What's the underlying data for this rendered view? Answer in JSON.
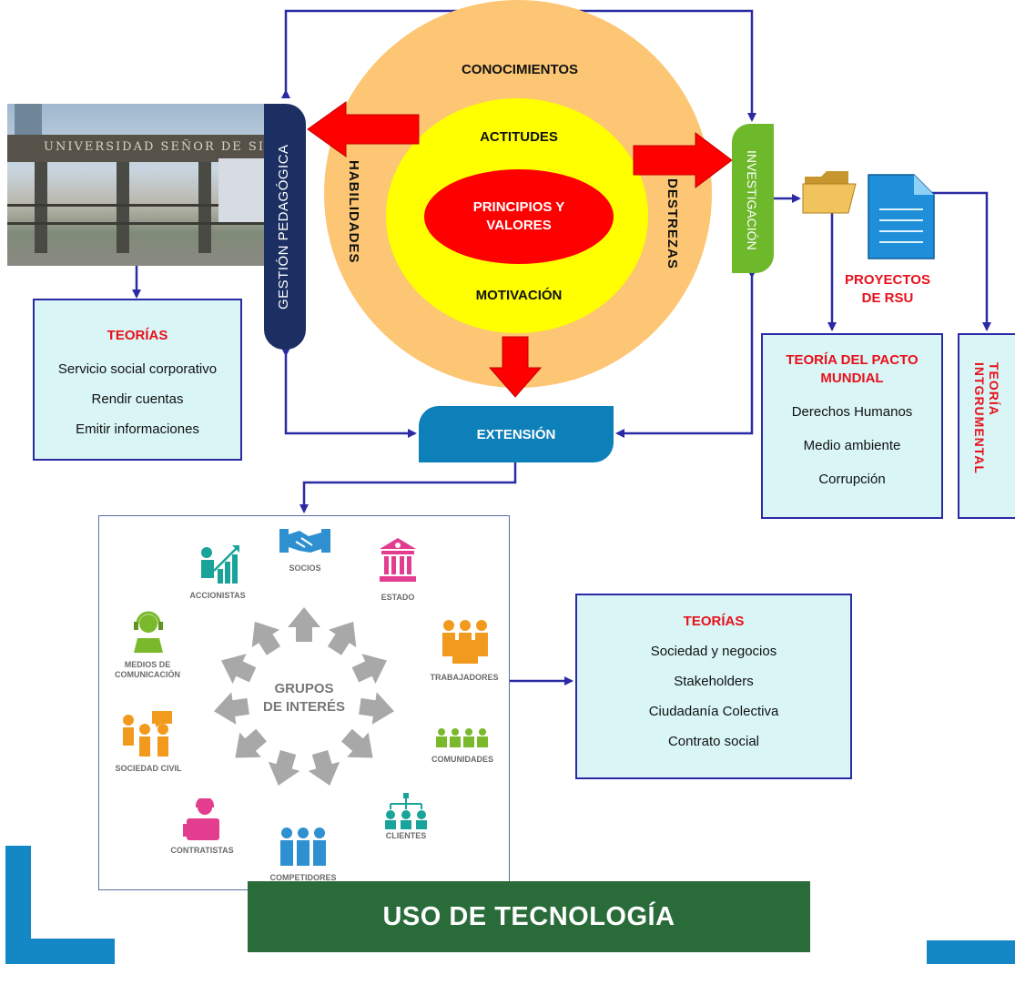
{
  "circle": {
    "outer_label": "CONOCIMIENTOS",
    "left_label": "HABILIDADES",
    "right_label": "DESTREZAS",
    "inner_top": "ACTITUDES",
    "inner_bottom": "MOTIVACIÓN",
    "core_line1": "PRINCIPIOS Y",
    "core_line2": "VALORES"
  },
  "photo": {
    "sign_text": "UNIVERSIDAD SEÑOR DE SIPAN"
  },
  "gestion": {
    "label": "GESTIÓN PEDAGÓGICA"
  },
  "investigacion": {
    "label": "INVESTIGACIÓN"
  },
  "extension": {
    "label": "EXTENSIÓN"
  },
  "proyectos": {
    "line1": "PROYECTOS",
    "line2": "DE RSU"
  },
  "teorias_left": {
    "title": "TEORÍAS",
    "items": [
      "Servicio social corporativo",
      "Rendir cuentas",
      "Emitir informaciones"
    ]
  },
  "pacto": {
    "title_line1": "TEORÍA DEL PACTO",
    "title_line2": "MUNDIAL",
    "items": [
      "Derechos Humanos",
      "Medio ambiente",
      "Corrupción"
    ]
  },
  "instrumental": {
    "line1": "TEORÍA",
    "line2": "INTGRUMENTAL"
  },
  "stakeholders": {
    "center_line1": "GRUPOS",
    "center_line2": "DE INTERÉS",
    "groups": {
      "socios": "SOCIOS",
      "estado": "ESTADO",
      "accionistas": "ACCIONISTAS",
      "medios_1": "MEDIOS DE",
      "medios_2": "COMUNICACIÓN",
      "trabajadores": "TRABAJADORES",
      "comunidades": "COMUNIDADES",
      "sociedad_civil": "SOCIEDAD CIVIL",
      "clientes": "CLIENTES",
      "contratistas": "CONTRATISTAS",
      "competidores": "COMPETIDORES"
    }
  },
  "teorias_right": {
    "title": "TEORÍAS",
    "items": [
      "Sociedad y negocios",
      "Stakeholders",
      "Ciudadanía Colectiva",
      "Contrato social"
    ]
  },
  "footer": {
    "label": "USO DE TECNOLOGÍA"
  },
  "colors": {
    "ring_outer": "#fcc674",
    "ring_inner": "#ffff00",
    "core": "#ff0000",
    "gestion": "#1c2f63",
    "investigacion": "#6eb82c",
    "extension": "#0d7fb9",
    "box_fill": "#d9f5f6",
    "box_border": "#2b2aa5",
    "heading_red": "#e8101a",
    "connector": "#2b2aa5",
    "footer": "#2a6b3a",
    "accent_blue": "#1388c4"
  }
}
